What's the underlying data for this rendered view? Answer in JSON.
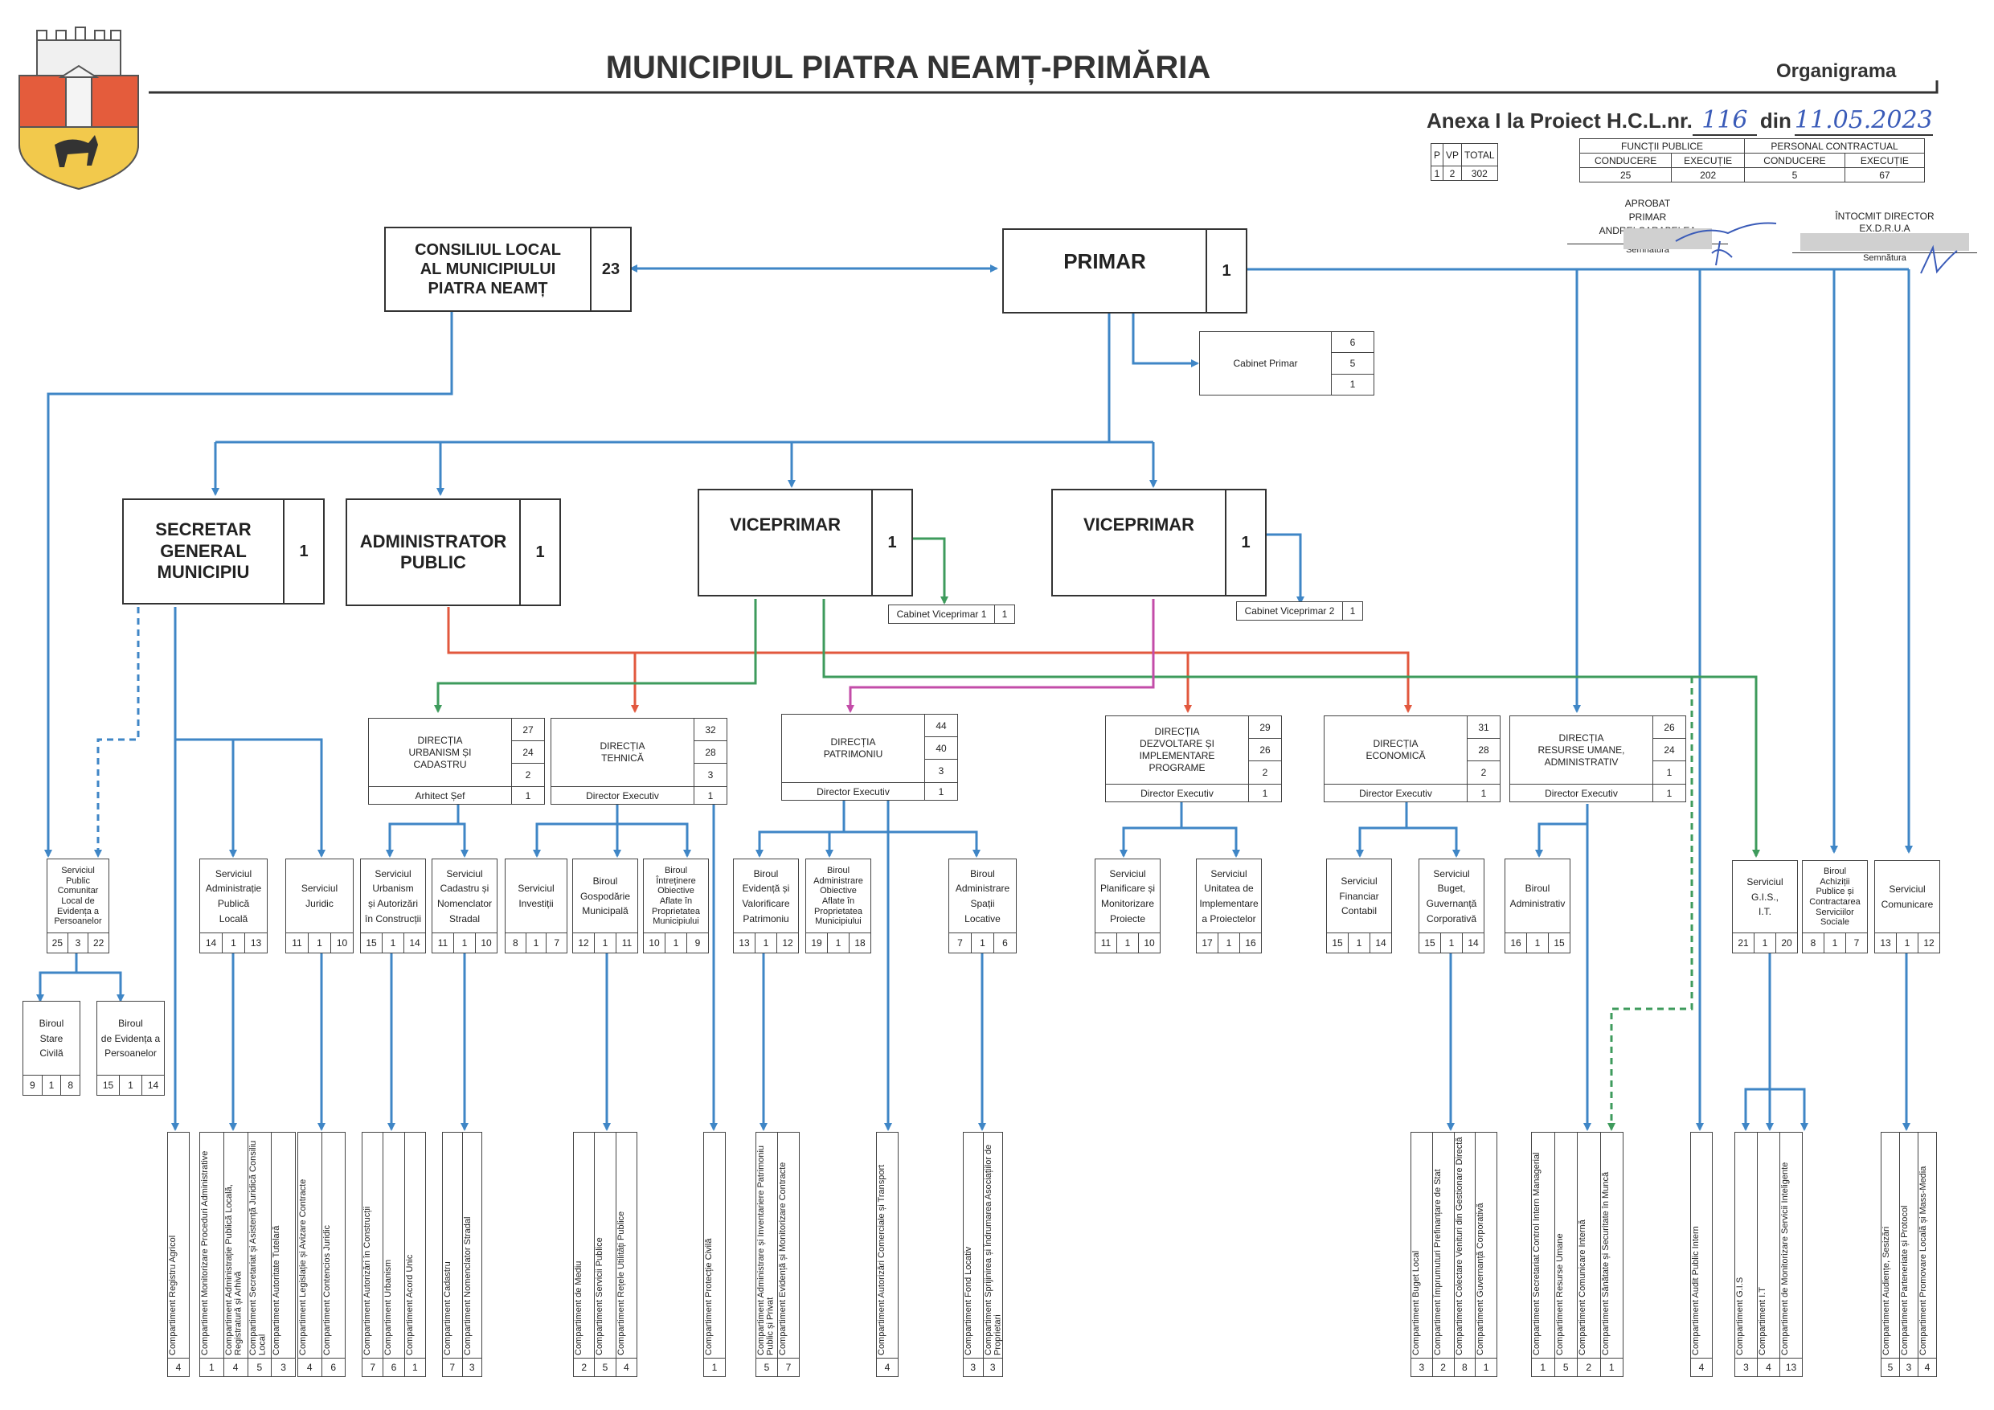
{
  "header": {
    "title": "MUNICIPIUL PIATRA NEAMȚ-PRIMĂRIA",
    "doc_type": "Organigrama",
    "anexa_prefix": "Anexa I la Proiect H.C.L.nr.",
    "anexa_nr": "116",
    "anexa_din": "din",
    "anexa_date": "11.05.2023"
  },
  "stats_posts": {
    "headers": [
      "P",
      "VP",
      "TOTAL"
    ],
    "values": [
      "1",
      "2",
      "302"
    ]
  },
  "stats_staff": {
    "fp": "FUNCȚII PUBLICE",
    "pc": "PERSONAL CONTRACTUAL",
    "sub": [
      "CONDUCERE",
      "EXECUȚIE",
      "CONDUCERE",
      "EXECUȚIE"
    ],
    "values": [
      "25",
      "202",
      "5",
      "67"
    ]
  },
  "approval": {
    "a1": "APROBAT",
    "a2": "PRIMAR",
    "a3": "ANDREI CARABELEA",
    "a_sig": "Semnătura",
    "b1": "ÎNTOCMIT DIRECTOR",
    "b2": "EX.D.R.U.A",
    "b_sig": "Semnătura"
  },
  "boxes": {
    "consiliu": {
      "label": "CONSILIUL LOCAL\nAL MUNICIPIULUI\nPIATRA NEAMȚ",
      "num": "23"
    },
    "primar": {
      "label": "PRIMAR",
      "num": "1"
    },
    "secretar": {
      "label": "SECRETAR\nGENERAL\nMUNICIPIU",
      "num": "1"
    },
    "administrator": {
      "label": "ADMINISTRATOR\nPUBLIC",
      "num": "1"
    },
    "viceprimar1": {
      "label": "VICEPRIMAR",
      "num": "1"
    },
    "viceprimar2": {
      "label": "VICEPRIMAR",
      "num": "1"
    }
  },
  "cabinet_primar": {
    "label": "Cabinet Primar",
    "nums": [
      "6",
      "5",
      "1"
    ]
  },
  "cabinet_vp1": {
    "label": "Cabinet Viceprimar 1",
    "num": "1"
  },
  "cabinet_vp2": {
    "label": "Cabinet Viceprimar 2",
    "num": "1"
  },
  "directions": [
    {
      "label": "DIRECȚIA\nURBANISM ȘI\nCADASTRU",
      "nums": [
        "27",
        "24",
        "2"
      ],
      "sub": "Arhitect Șef",
      "subnum": "1"
    },
    {
      "label": "DIRECȚIA\nTEHNICĂ",
      "nums": [
        "32",
        "28",
        "3"
      ],
      "sub": "Director Executiv",
      "subnum": "1"
    },
    {
      "label": "DIRECȚIA\nPATRIMONIU",
      "nums": [
        "44",
        "40",
        "3"
      ],
      "sub": "Director Executiv",
      "subnum": "1"
    },
    {
      "label": "DIRECȚIA\nDEZVOLTARE ȘI\nIMPLEMENTARE\nPROGRAME",
      "nums": [
        "29",
        "26",
        "2"
      ],
      "sub": "Director Executiv",
      "subnum": "1"
    },
    {
      "label": "DIRECȚIA\nECONOMICĂ",
      "nums": [
        "31",
        "28",
        "2"
      ],
      "sub": "Director Executiv",
      "subnum": "1"
    },
    {
      "label": "DIRECȚIA\nRESURSE UMANE,\nADMINISTRATIV",
      "nums": [
        "26",
        "24",
        "1"
      ],
      "sub": "Director Executiv",
      "subnum": "1"
    }
  ],
  "services": [
    {
      "label": "Serviciul\nPublic\nComunitar\nLocal de\nEvidența a\nPersoanelor",
      "nums": [
        "25",
        "3",
        "22"
      ]
    },
    {
      "label": "Serviciul\nAdministrație\nPublică\nLocală",
      "nums": [
        "14",
        "1",
        "13"
      ]
    },
    {
      "label": "Serviciul\nJuridic",
      "nums": [
        "11",
        "1",
        "10"
      ]
    },
    {
      "label": "Serviciul\nUrbanism\nși Autorizări\nîn Construcții",
      "nums": [
        "15",
        "1",
        "14"
      ]
    },
    {
      "label": "Serviciul\nCadastru și\nNomenclator\nStradal",
      "nums": [
        "11",
        "1",
        "10"
      ]
    },
    {
      "label": "Serviciul\nInvestiții",
      "nums": [
        "8",
        "1",
        "7"
      ]
    },
    {
      "label": "Biroul\nGospodărie\nMunicipală",
      "nums": [
        "12",
        "1",
        "11"
      ]
    },
    {
      "label": "Biroul\nÎntreținere\nObiective\nAflate în\nProprietatea\nMunicipiului",
      "nums": [
        "10",
        "1",
        "9"
      ]
    },
    {
      "label": "Biroul\nEvidență și\nValorificare\nPatrimoniu",
      "nums": [
        "13",
        "1",
        "12"
      ]
    },
    {
      "label": "Biroul\nAdministrare\nObiective\nAflate în\nProprietatea\nMunicipiului",
      "nums": [
        "19",
        "1",
        "18"
      ]
    },
    {
      "label": "Biroul\nAdministrare\nSpații\nLocative",
      "nums": [
        "7",
        "1",
        "6"
      ]
    },
    {
      "label": "Serviciul\nPlanificare și\nMonitorizare\nProiecte",
      "nums": [
        "11",
        "1",
        "10"
      ]
    },
    {
      "label": "Serviciul\nUnitatea de\nImplementare\na Proiectelor",
      "nums": [
        "17",
        "1",
        "16"
      ]
    },
    {
      "label": "Serviciul\nFinanciar\nContabil",
      "nums": [
        "15",
        "1",
        "14"
      ]
    },
    {
      "label": "Serviciul\nBuget,\nGuvernanță\nCorporativă",
      "nums": [
        "15",
        "1",
        "14"
      ]
    },
    {
      "label": "Biroul\nAdministrativ",
      "nums": [
        "16",
        "1",
        "15"
      ]
    },
    {
      "label": "Serviciul\nG.I.S.,\nI.T.",
      "nums": [
        "21",
        "1",
        "20"
      ]
    },
    {
      "label": "Biroul\nAchiziții\nPublice și\nContractarea\nServiciilor\nSociale",
      "nums": [
        "8",
        "1",
        "7"
      ]
    },
    {
      "label": "Serviciul\nComunicare",
      "nums": [
        "13",
        "1",
        "12"
      ]
    },
    {
      "label": "Biroul\nStare\nCivilă",
      "nums": [
        "9",
        "1",
        "8"
      ]
    },
    {
      "label": "Biroul\nde Evidența a\nPersoanelor",
      "nums": [
        "15",
        "1",
        "14"
      ]
    }
  ],
  "compartments": [
    {
      "items": [
        {
          "label": "Compartiment Registru Agricol",
          "num": "4"
        }
      ]
    },
    {
      "items": [
        {
          "label": "Compartiment Monitorizare Proceduri Administrative",
          "num": "1"
        },
        {
          "label": "Compartiment Administrație Publică Locală, Registratură și Arhivă",
          "num": "4"
        },
        {
          "label": "Compartiment Secretariat și Asistență Juridică Consiliu Local",
          "num": "5"
        },
        {
          "label": "Compartiment Autoritate Tutelară",
          "num": "3"
        }
      ]
    },
    {
      "items": [
        {
          "label": "Compartiment Legislație și Avizare Contracte",
          "num": "4"
        },
        {
          "label": "Compartiment Contencios Juridic",
          "num": "6"
        }
      ]
    },
    {
      "items": [
        {
          "label": "Compartiment Autorizări în Construcții",
          "num": "7"
        },
        {
          "label": "Compartiment Urbanism",
          "num": "6"
        },
        {
          "label": "Compartiment Acord Unic",
          "num": "1"
        }
      ]
    },
    {
      "items": [
        {
          "label": "Compartiment Cadastru",
          "num": "7"
        },
        {
          "label": "Compartiment Nomenclator Stradal",
          "num": "3"
        }
      ]
    },
    {
      "items": [
        {
          "label": "Compartiment de Mediu",
          "num": "2"
        },
        {
          "label": "Compartiment Servicii Publice",
          "num": "5"
        },
        {
          "label": "Compartiment Rețele Utilități Publice",
          "num": "4"
        }
      ]
    },
    {
      "items": [
        {
          "label": "Compartiment Protecție Civilă",
          "num": "1"
        }
      ]
    },
    {
      "items": [
        {
          "label": "Compartiment Administrare și Inventariere Patrimoniu Public și Privat",
          "num": "5"
        },
        {
          "label": "Compartiment Evidență și Monitorizare Contracte",
          "num": "7"
        }
      ]
    },
    {
      "items": [
        {
          "label": "Compartiment Autorizări Comerciale și Transport",
          "num": "4"
        }
      ]
    },
    {
      "items": [
        {
          "label": "Compartiment Fond Locativ",
          "num": "3"
        },
        {
          "label": "Compartiment Sprijinirea și Îndrumarea Asociațiilor de Proprietari",
          "num": "3"
        }
      ]
    },
    {
      "items": [
        {
          "label": "Compartiment Buget Local",
          "num": "3"
        },
        {
          "label": "Compartiment Împrumuturi Prefinanțare de Stat",
          "num": "2"
        },
        {
          "label": "Compartiment Colectare Venituri din Gestionare Directă",
          "num": "8"
        },
        {
          "label": "Compartiment Guvernanță Corporativă",
          "num": "1"
        }
      ]
    },
    {
      "items": [
        {
          "label": "Compartiment Secretariat Control Intern Managerial",
          "num": "1"
        },
        {
          "label": "Compartiment Resurse Umane",
          "num": "5"
        },
        {
          "label": "Compartiment Comunicare Internă",
          "num": "2"
        },
        {
          "label": "Compartiment Sănătate și Securitate în Muncă",
          "num": "1"
        }
      ]
    },
    {
      "items": [
        {
          "label": "Compartiment Audit Public Intern",
          "num": "4"
        }
      ]
    },
    {
      "items": [
        {
          "label": "Compartiment G.I.S",
          "num": "3"
        },
        {
          "label": "Compartiment I.T",
          "num": "4"
        },
        {
          "label": "Compartiment de Monitorizare Servicii Inteligente",
          "num": "13"
        }
      ]
    },
    {
      "items": [
        {
          "label": "Compartiment Audiențe, Sesizări",
          "num": "5"
        },
        {
          "label": "Compartiment Parteneriate și Protocol",
          "num": "3"
        },
        {
          "label": "Compartiment Promovare Locală și Mass-Media",
          "num": "4"
        }
      ]
    }
  ],
  "colors": {
    "blue": "#3f86c6",
    "red": "#e2583e",
    "green": "#3e9b5c",
    "magenta": "#c34ca8",
    "dark": "#333333"
  }
}
